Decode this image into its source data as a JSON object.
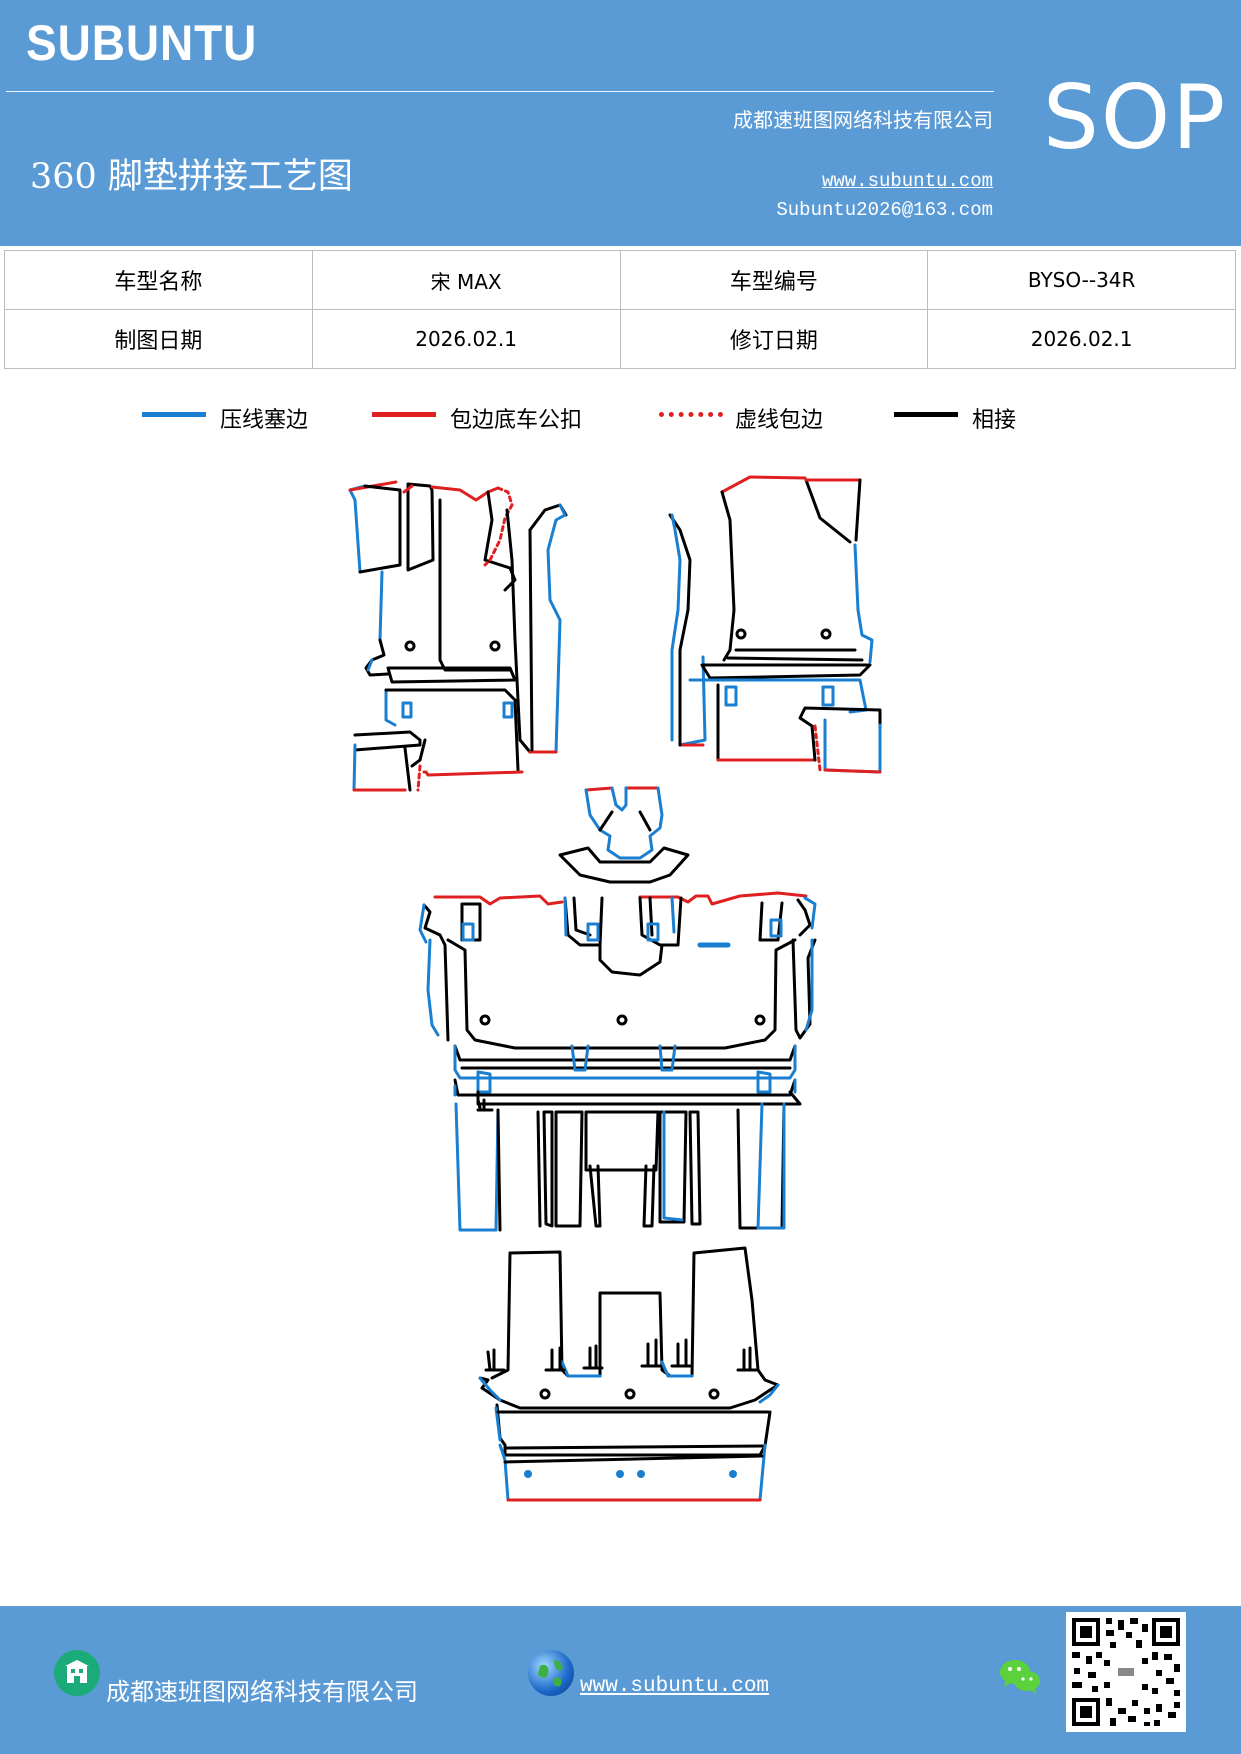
{
  "header": {
    "brand": "SUBUNTU",
    "company": "成都速班图网络科技有限公司",
    "title": "360 脚垫拼接工艺图",
    "website": "www.subuntu.com",
    "email": "Subuntu2026@163.com",
    "badge": "SOP",
    "background_color": "#5b9bd5"
  },
  "info_table": {
    "model_name_label": "车型名称",
    "model_name_value": "宋 MAX",
    "model_code_label": "车型编号",
    "model_code_value": "BYSO--34R",
    "draw_date_label": "制图日期",
    "draw_date_value": "2026.02.1",
    "revise_date_label": "修订日期",
    "revise_date_value": "2026.02.1"
  },
  "legend": [
    {
      "label": "压线塞边",
      "color": "#1a7fd0",
      "style": "solid"
    },
    {
      "label": "包边底车公扣",
      "color": "#e02020",
      "style": "solid"
    },
    {
      "label": "虚线包边",
      "color": "#e02020",
      "style": "dotted"
    },
    {
      "label": "相接",
      "color": "#000000",
      "style": "solid"
    }
  ],
  "footer": {
    "company": "成都速班图网络科技有限公司",
    "website": "www.subuntu.com",
    "icons": [
      "building-icon",
      "globe-icon",
      "wechat-icon",
      "qr-code"
    ]
  }
}
